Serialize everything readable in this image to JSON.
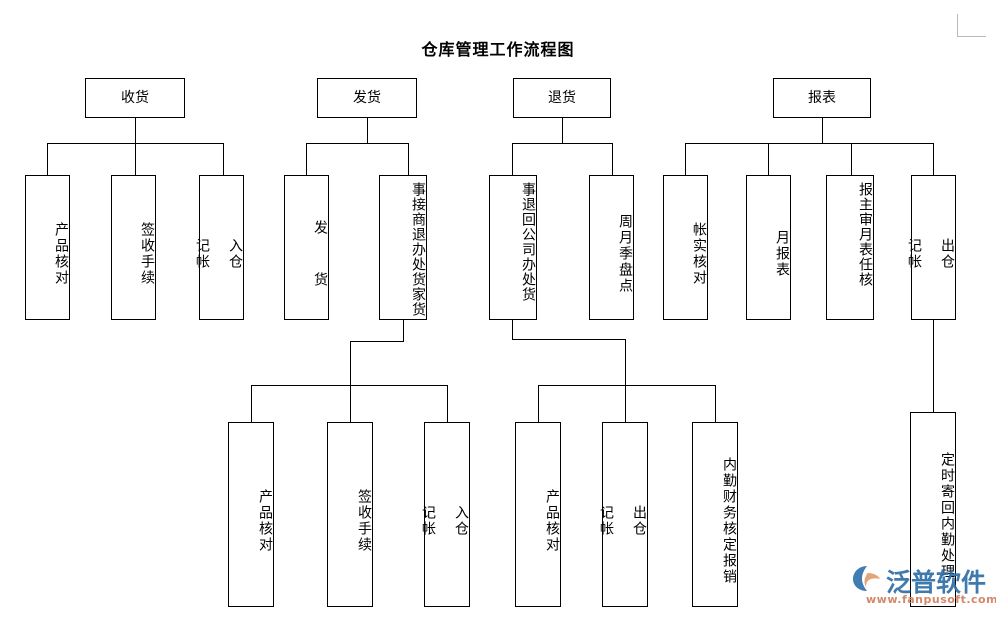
{
  "title": "仓库管理工作流程图",
  "watermark": {
    "brand": "泛普软件",
    "url": "www.fanpusoft.com",
    "logo_icon": "fanpu-logo-icon",
    "brand_color": "#2e6fa8",
    "url_color": "#d4886a"
  },
  "colors": {
    "line": "#000000",
    "box_border": "#000000",
    "box_fill": "#ffffff",
    "text": "#000000",
    "page_background": "#ffffff",
    "corner_mark": "#b9b9b9"
  },
  "diagram": {
    "type": "flowchart",
    "orientation": "top-down-tree",
    "roots": [
      {
        "id": "receiving",
        "label": "收货",
        "children": [
          "产品核对",
          "签收手续",
          "入仓  记帐"
        ]
      },
      {
        "id": "shipping",
        "label": "发货",
        "children": [
          "发  货",
          "接商家退货事\n处理货办"
        ]
      },
      {
        "id": "returns",
        "label": "退货",
        "children": [
          "事退回公司\n办处货",
          "周月季盘点"
        ]
      },
      {
        "id": "reports",
        "label": "报表",
        "children": [
          "帐实核对",
          "月报表",
          "报表主审\n月表任核",
          "出仓  记帐"
        ]
      }
    ]
  },
  "nodes": {
    "receiving": "收货",
    "shipping": "发货",
    "returns": "退货",
    "reports": "报表",
    "r1_product_check": "产品核对",
    "r1_sign_procedure": "签收手续",
    "r1_inbound_record": "入仓\n\n记帐",
    "ship_goods": "发  货",
    "merchant_return_col_right": "事接商退",
    "merchant_return_col_left": "办处货家货",
    "return_to_company_col_right": "事退回公司",
    "return_to_company_col_left": "办处货",
    "cycle_count": "周月季盘点",
    "account_check": "帐实核对",
    "monthly_report": "月报表",
    "report_approval_col_right": "报主审",
    "report_approval_col_left": "月表任核",
    "outbound_record": "出仓\n\n记帐",
    "b1_product_check": "产品核对",
    "b1_sign_procedure": "签收手续",
    "b1_inbound_record": "入仓\n\n记帐",
    "b2_product_check": "产品核对",
    "b2_outbound_record": "出仓\n\n记帐",
    "b2_finance_reimburse": "内勤财务核定报销",
    "scheduled_mail_back": "定时寄回内勤处理"
  }
}
